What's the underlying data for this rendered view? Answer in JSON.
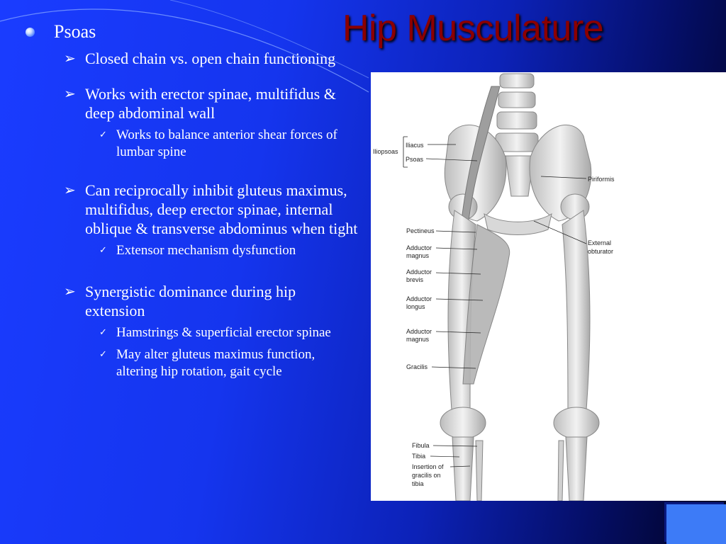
{
  "slide": {
    "title": "Hip Musculature",
    "bullets": [
      {
        "text": "Psoas"
      },
      {
        "text": "Closed chain vs. open chain functioning"
      },
      {
        "text": "Works with erector spinae, multifidus & deep abdominal wall"
      },
      {
        "text": "Works to balance anterior shear forces of lumbar spine"
      },
      {
        "text": "Can reciprocally inhibit gluteus maximus, multifidus,  deep erector spinae, internal oblique & transverse abdominus when tight"
      },
      {
        "text": "Extensor mechanism dysfunction"
      },
      {
        "text": "Synergistic dominance during hip extension"
      },
      {
        "text": "Hamstrings & superficial erector spinae"
      },
      {
        "text": "May alter gluteus maximus function, altering hip rotation, gait cycle"
      }
    ]
  },
  "figure": {
    "group_label": "Iliopsoas",
    "labels": {
      "iliacus": "Iliacus",
      "psoas": "Psoas",
      "piriformis": "Piriformis",
      "pectineus": "Pectineus",
      "external_obturator": [
        "External",
        "obturator"
      ],
      "adductor_magnus_1": [
        "Adductor",
        "magnus"
      ],
      "adductor_brevis": [
        "Adductor",
        "brevis"
      ],
      "adductor_longus": [
        "Adductor",
        "longus"
      ],
      "adductor_magnus_2": [
        "Adductor",
        "magnus"
      ],
      "gracilis": "Gracilis",
      "fibula": "Fibula",
      "tibia": "Tibia",
      "insertion": [
        "Insertion of",
        "gracilis on",
        "tibia"
      ]
    }
  },
  "colors": {
    "title": "#8b0000",
    "background_start": "#1a3cff",
    "background_end": "#010220",
    "corner_accent": "#3d7bf7"
  }
}
